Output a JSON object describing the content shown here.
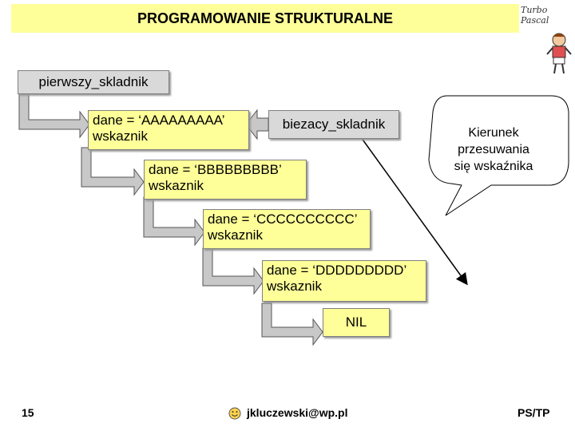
{
  "header": {
    "title": "PROGRAMOWANIE STRUKTURALNE",
    "brand": "Turbo Pascal"
  },
  "list": {
    "head_label": "pierwszy_skladnik",
    "current_label": "biezacy_skladnik",
    "nodes": [
      {
        "data": "dane = ‘AAAAAAAAA’",
        "pointer": "wskaznik"
      },
      {
        "data": "dane = ‘BBBBBBBBB’",
        "pointer": "wskaznik"
      },
      {
        "data": "dane = ‘CCCCCCCCCC’",
        "pointer": "wskaznik"
      },
      {
        "data": "dane = ‘DDDDDDDDD’",
        "pointer": "wskaznik"
      }
    ],
    "terminator": "NIL"
  },
  "callout": {
    "line1": "Kierunek",
    "line2": "przesuwania",
    "line3": "się wskaźnika"
  },
  "footer": {
    "page_number": "15",
    "email": "jkluczewski@wp.pl",
    "right_text": "PS/TP"
  },
  "colors": {
    "box_fill": "#ffff99",
    "gray_fill": "#d9d9d9",
    "arrow_fill": "#c8c8c8"
  }
}
